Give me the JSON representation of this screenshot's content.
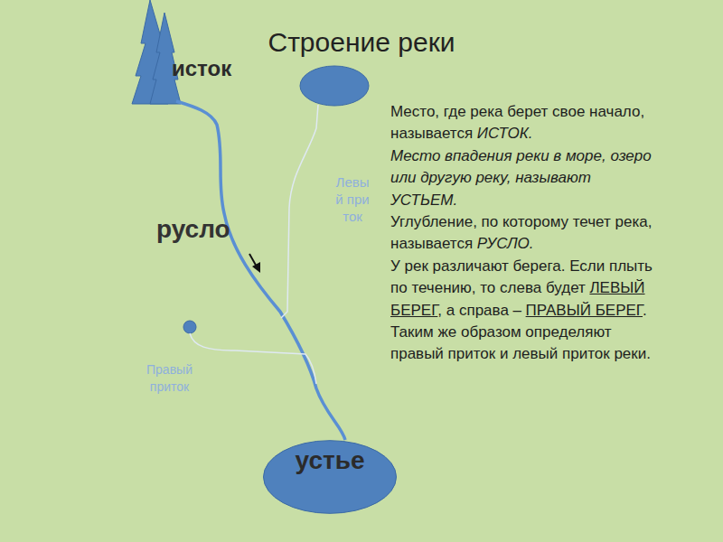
{
  "diagram": {
    "title": "Строение реки",
    "nodes": [
      {
        "text": [
          "устье"
        ]
      }
    ],
    "labels": [
      "исток",
      "русло",
      "Левый приток",
      "Правый приток",
      "Место, где река берет свое начало, называется",
      "ИСТОК.",
      "Место впадения реки в море, озеро или другую реку, называют УСТЬЕМ.",
      "Углубление, по которому течет река, называется",
      "РУСЛО.",
      "У рек различают берега. Если плыть по течению, то слева будет",
      "ЛЕВЫЙ БЕРЕГ",
      ", а справа –",
      "ПРАВЫЙ БЕРЕГ",
      ". Таким же образом определяют правый приток и левый приток реки."
    ]
  }
}
